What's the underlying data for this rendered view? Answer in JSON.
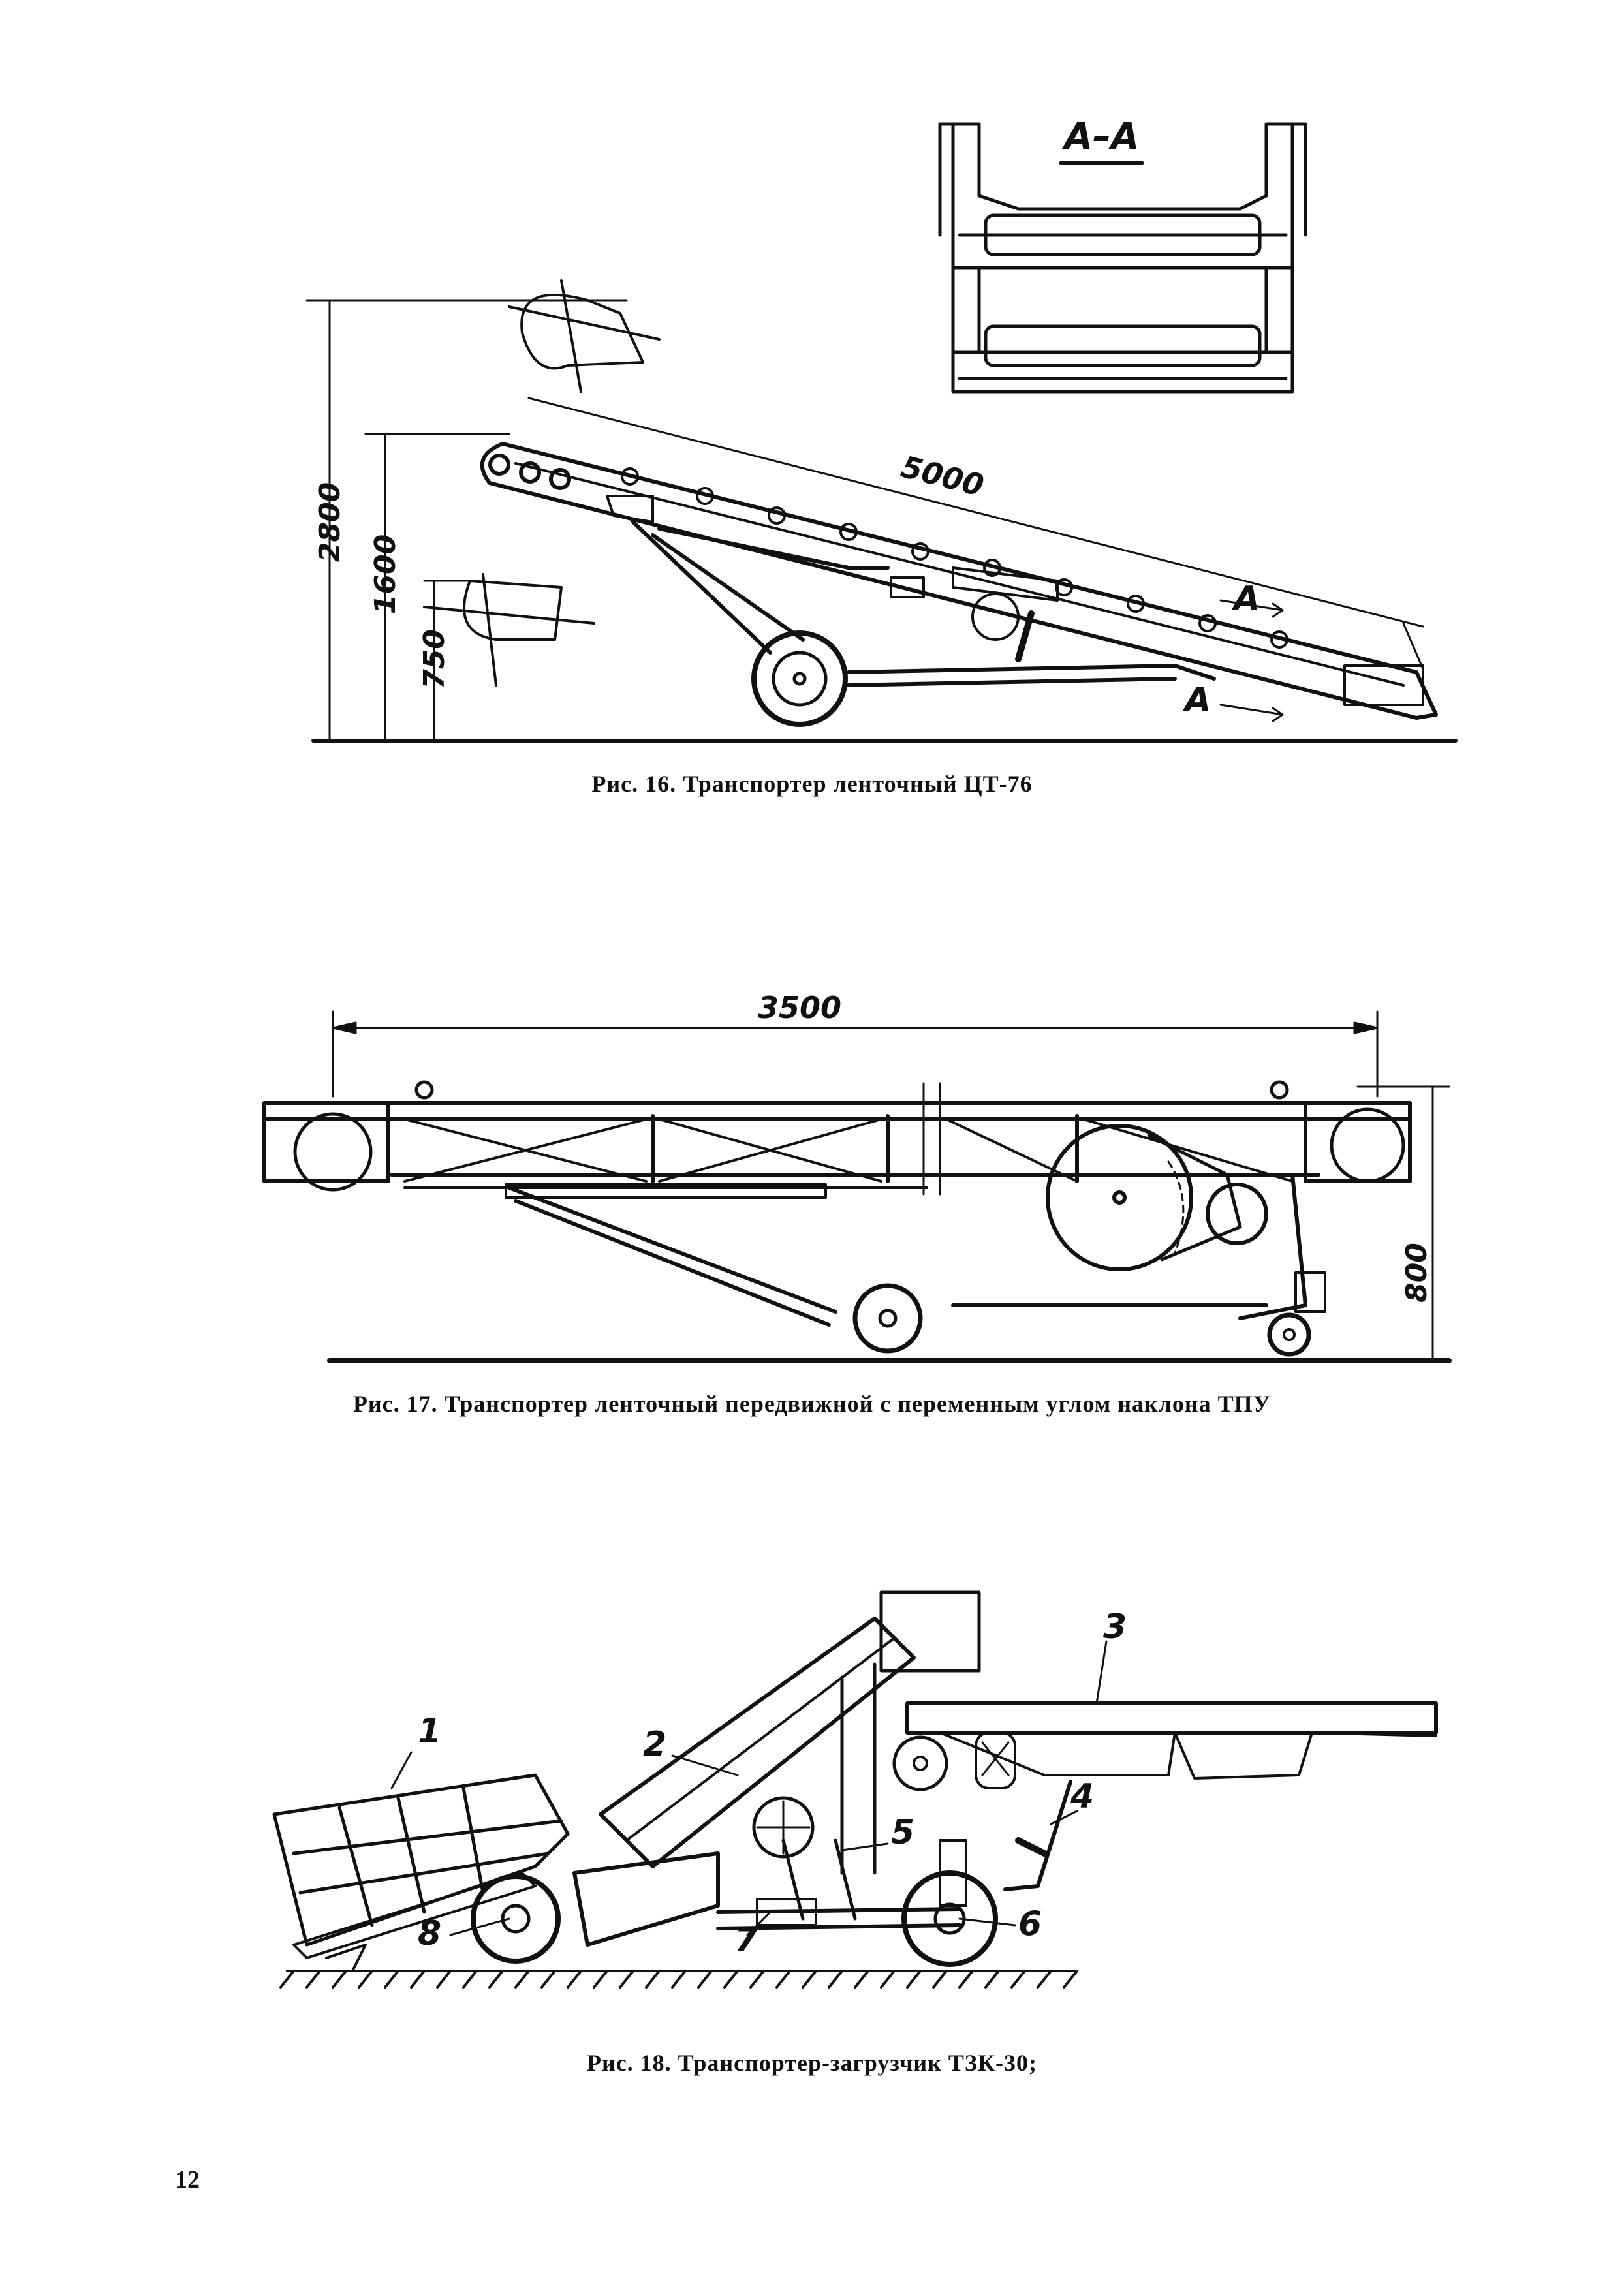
{
  "page_number": "12",
  "figures": [
    {
      "id": "fig16",
      "caption": "Рис. 16. Транспортер ленточный ЦТ-76",
      "section_label": "А–А",
      "cut_marker": "А",
      "dimensions": {
        "belt_length": "5000",
        "height_total": "2800",
        "height_mid": "1600",
        "height_low": "750"
      }
    },
    {
      "id": "fig17",
      "caption": "Рис. 17. Транспортер ленточный передвижной с переменным углом наклона ТПУ",
      "dimensions": {
        "length": "3500",
        "height": "800"
      }
    },
    {
      "id": "fig18",
      "caption": "Рис. 18. Транспортер-загрузчик ТЗК-30;",
      "part_labels": [
        "1",
        "2",
        "3",
        "4",
        "5",
        "6",
        "7",
        "8"
      ]
    }
  ]
}
